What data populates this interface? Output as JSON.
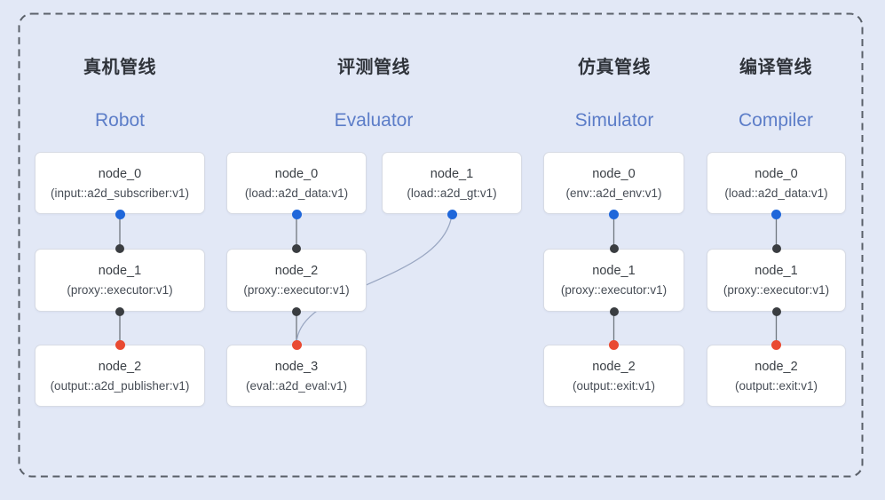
{
  "pipelines": [
    {
      "title_zh": "真机管线",
      "title_en": "Robot",
      "nodes": [
        {
          "name": "node_0",
          "type": "(input::a2d_subscriber:v1)"
        },
        {
          "name": "node_1",
          "type": "(proxy::executor:v1)"
        },
        {
          "name": "node_2",
          "type": "(output::a2d_publisher:v1)"
        }
      ]
    },
    {
      "title_zh": "评测管线",
      "title_en": "Evaluator",
      "nodes": [
        {
          "name": "node_0",
          "type": "(load::a2d_data:v1)"
        },
        {
          "name": "node_1",
          "type": "(load::a2d_gt:v1)"
        },
        {
          "name": "node_2",
          "type": "(proxy::executor:v1)"
        },
        {
          "name": "node_3",
          "type": "(eval::a2d_eval:v1)"
        }
      ]
    },
    {
      "title_zh": "仿真管线",
      "title_en": "Simulator",
      "nodes": [
        {
          "name": "node_0",
          "type": "(env::a2d_env:v1)"
        },
        {
          "name": "node_1",
          "type": "(proxy::executor:v1)"
        },
        {
          "name": "node_2",
          "type": "(output::exit:v1)"
        }
      ]
    },
    {
      "title_zh": "编译管线",
      "title_en": "Compiler",
      "nodes": [
        {
          "name": "node_0",
          "type": "(load::a2d_data:v1)"
        },
        {
          "name": "node_1",
          "type": "(proxy::executor:v1)"
        },
        {
          "name": "node_2",
          "type": "(output::exit:v1)"
        }
      ]
    }
  ],
  "colors": {
    "background": "#e2e8f6",
    "dashed_border": "#5a6069",
    "node_fill": "#ffffff",
    "node_border": "#d7dbe4",
    "output_port_blue": "#1f67da",
    "input_port_black": "#3a3d41",
    "final_port_red": "#e94a32",
    "english_title_blue": "#5c7dc8",
    "edge_gray": "#70777f",
    "curve_edge_gray_blue": "#9aa7c2"
  }
}
